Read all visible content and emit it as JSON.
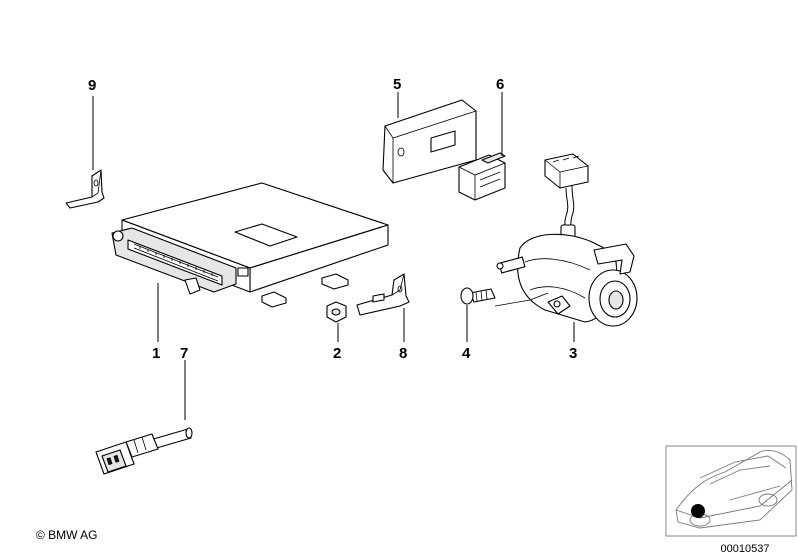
{
  "callouts": {
    "c1": "1",
    "c2": "2",
    "c3": "3",
    "c4": "4",
    "c5": "5",
    "c6": "6",
    "c7": "7",
    "c8": "8",
    "c9": "9"
  },
  "footer": {
    "copyright": "© BMW AG",
    "doc_number": "00010537"
  },
  "thumbnail": {
    "marker_color": "#000000"
  }
}
